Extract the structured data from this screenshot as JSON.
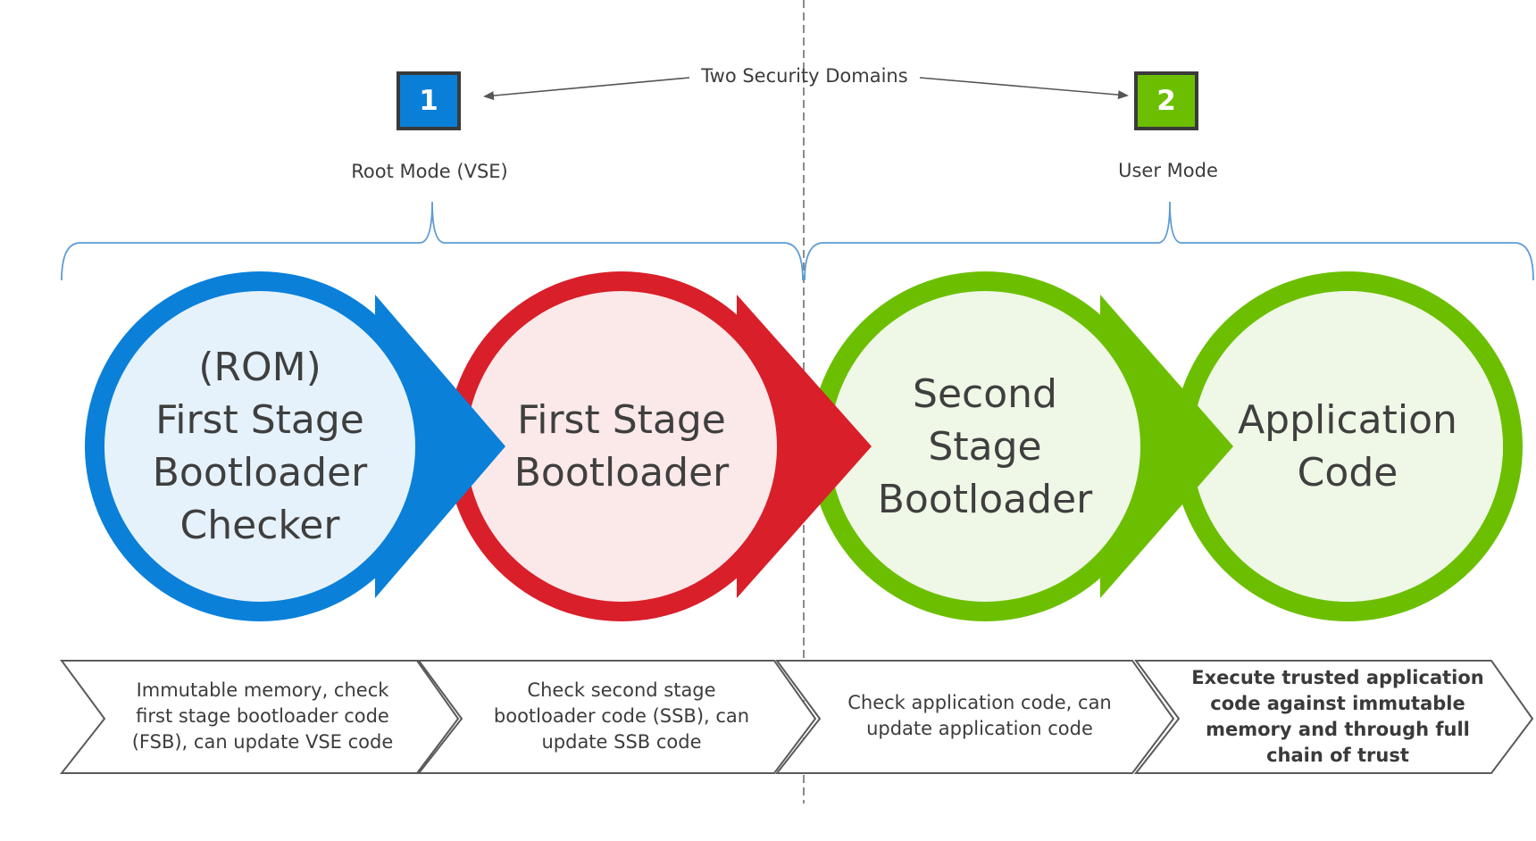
{
  "header": {
    "domains_label": "Two Security Domains"
  },
  "domains": [
    {
      "number": "1",
      "label": "Root Mode (VSE)",
      "color": "#0a7fd8"
    },
    {
      "number": "2",
      "label": "User Mode",
      "color": "#6cbf00"
    }
  ],
  "stages": [
    {
      "title_lines": [
        "(ROM)",
        "First Stage",
        "Bootloader",
        "Checker"
      ],
      "ring_color": "#0a80d9",
      "fill_color": "#e6f2fb"
    },
    {
      "title_lines": [
        "First Stage",
        "Bootloader"
      ],
      "ring_color": "#d81f2a",
      "fill_color": "#fbe8e8"
    },
    {
      "title_lines": [
        "Second",
        "Stage",
        "Bootloader"
      ],
      "ring_color": "#6cbf00",
      "fill_color": "#eff7e6"
    },
    {
      "title_lines": [
        "Application",
        "Code"
      ],
      "ring_color": "#6cbf00",
      "fill_color": "#eff7e6"
    }
  ],
  "steps": [
    {
      "lines": [
        "Immutable memory, check",
        "first stage bootloader code",
        "(FSB), can update VSE code"
      ],
      "bold": false
    },
    {
      "lines": [
        "Check second stage",
        "bootloader code (SSB), can",
        "update SSB code"
      ],
      "bold": false
    },
    {
      "lines": [
        "Check application code, can",
        "update application code"
      ],
      "bold": false
    },
    {
      "lines": [
        "Execute trusted application",
        "code against immutable",
        "memory and through full",
        "chain of trust"
      ],
      "bold": true
    }
  ],
  "colors": {
    "bracket": "#5b9bd5",
    "divider": "#8a8a8a",
    "chevron_stroke": "#5a5a5a",
    "arrow": "#555555"
  }
}
